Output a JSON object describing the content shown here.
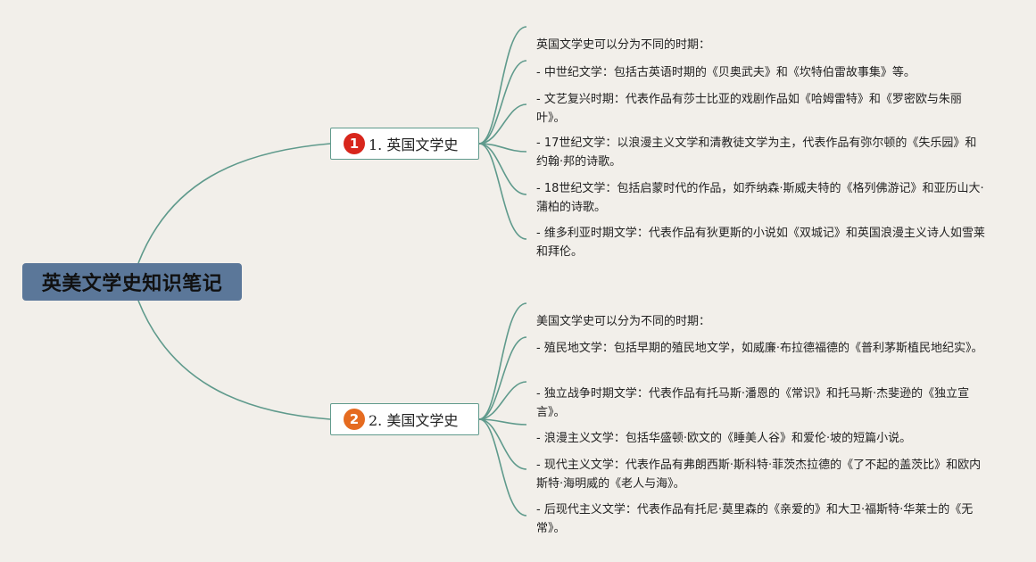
{
  "root": {
    "title": "英美文学史知识笔记"
  },
  "branches": [
    {
      "number": "1",
      "label": "1. 英国文学史",
      "leaves": [
        "英国文学史可以分为不同的时期：",
        "- 中世纪文学：包括古英语时期的《贝奥武夫》和《坎特伯雷故事集》等。",
        "- 文艺复兴时期：代表作品有莎士比亚的戏剧作品如《哈姆雷特》和《罗密欧与朱丽叶》。",
        "- 17世纪文学：以浪漫主义文学和清教徒文学为主，代表作品有弥尔顿的《失乐园》和约翰·邦的诗歌。",
        "- 18世纪文学：包括启蒙时代的作品，如乔纳森·斯威夫特的《格列佛游记》和亚历山大·蒲柏的诗歌。",
        "- 维多利亚时期文学：代表作品有狄更斯的小说如《双城记》和英国浪漫主义诗人如雪莱和拜伦。"
      ]
    },
    {
      "number": "2",
      "label": "2. 美国文学史",
      "leaves": [
        "美国文学史可以分为不同的时期：",
        "- 殖民地文学：包括早期的殖民地文学，如威廉·布拉德福德的《普利茅斯植民地纪实》。",
        "- 独立战争时期文学：代表作品有托马斯·潘恩的《常识》和托马斯·杰斐逊的《独立宣言》。",
        "- 浪漫主义文学：包括华盛顿·欧文的《睡美人谷》和爱伦·坡的短篇小说。",
        "- 现代主义文学：代表作品有弗朗西斯·斯科特·菲茨杰拉德的《了不起的盖茨比》和欧内斯特·海明威的《老人与海》。",
        "- 后现代主义文学：代表作品有托尼·莫里森的《亲爱的》和大卫·福斯特·华莱士的《无常》。"
      ]
    }
  ]
}
